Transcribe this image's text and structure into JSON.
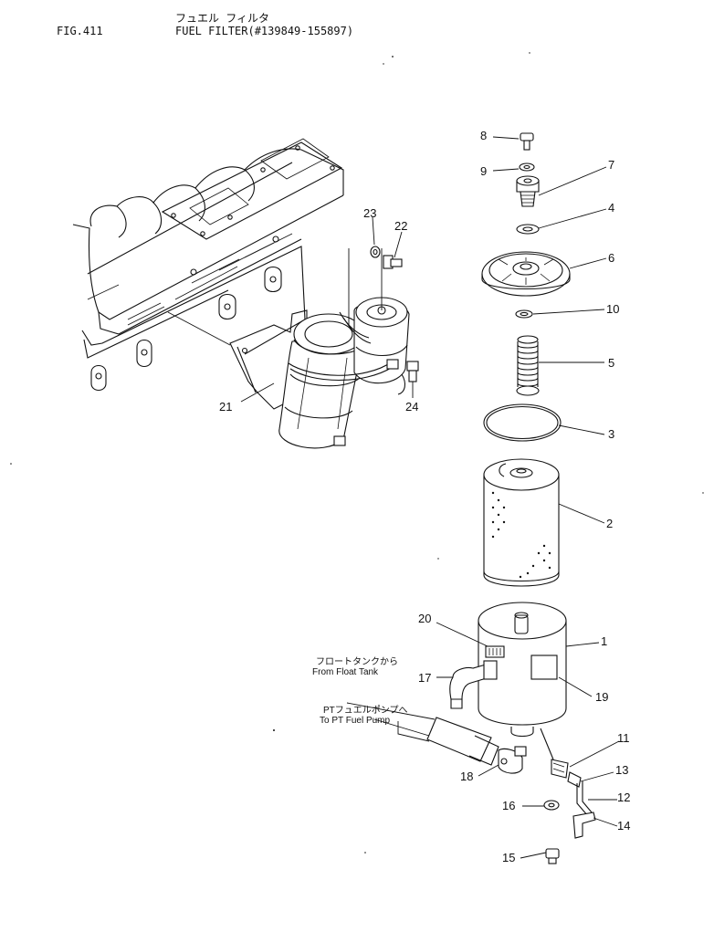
{
  "header": {
    "fig_label": "FIG.411",
    "title_jp": "フュエル フィルタ",
    "title": "FUEL FILTER(#139849-155897)"
  },
  "notes": {
    "from_float_tank_jp": "フロートタンクから",
    "from_float_tank": "From Float Tank",
    "to_pt_pump_jp": "PTフュエルポンプへ",
    "to_pt_pump": "To PT Fuel Pump"
  },
  "callouts": [
    "1",
    "2",
    "3",
    "4",
    "5",
    "6",
    "7",
    "8",
    "9",
    "10",
    "11",
    "12",
    "13",
    "14",
    "15",
    "16",
    "17",
    "18",
    "19",
    "20",
    "21",
    "22",
    "23",
    "24"
  ]
}
